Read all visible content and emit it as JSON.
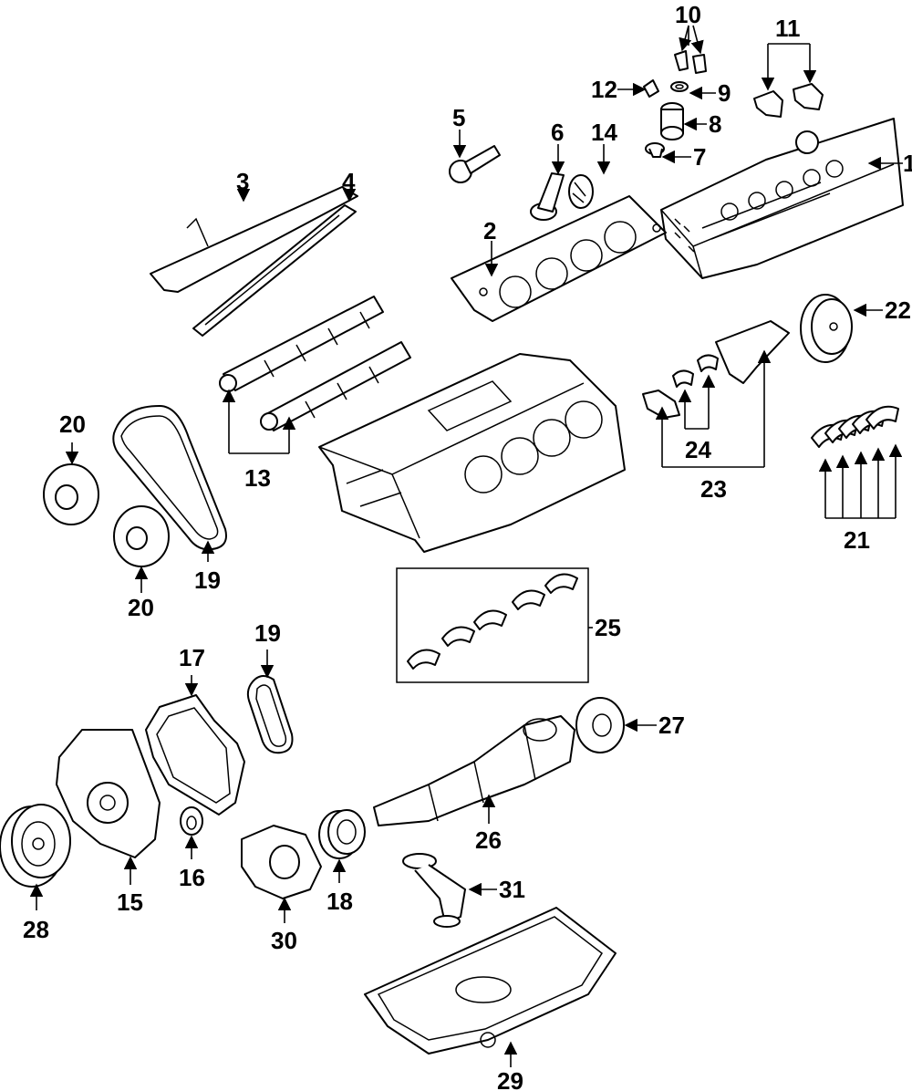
{
  "callouts": [
    {
      "id": "1",
      "label": "1"
    },
    {
      "id": "2",
      "label": "2"
    },
    {
      "id": "3",
      "label": "3"
    },
    {
      "id": "4",
      "label": "4"
    },
    {
      "id": "5",
      "label": "5"
    },
    {
      "id": "6",
      "label": "6"
    },
    {
      "id": "7",
      "label": "7"
    },
    {
      "id": "8",
      "label": "8"
    },
    {
      "id": "9",
      "label": "9"
    },
    {
      "id": "10",
      "label": "10"
    },
    {
      "id": "11",
      "label": "11"
    },
    {
      "id": "12",
      "label": "12"
    },
    {
      "id": "13",
      "label": "13"
    },
    {
      "id": "14",
      "label": "14"
    },
    {
      "id": "15",
      "label": "15"
    },
    {
      "id": "16",
      "label": "16"
    },
    {
      "id": "17",
      "label": "17"
    },
    {
      "id": "18",
      "label": "18"
    },
    {
      "id": "19a",
      "label": "19"
    },
    {
      "id": "19b",
      "label": "19"
    },
    {
      "id": "20a",
      "label": "20"
    },
    {
      "id": "20b",
      "label": "20"
    },
    {
      "id": "21",
      "label": "21"
    },
    {
      "id": "22",
      "label": "22"
    },
    {
      "id": "23",
      "label": "23"
    },
    {
      "id": "24",
      "label": "24"
    },
    {
      "id": "25",
      "label": "25"
    },
    {
      "id": "26",
      "label": "26"
    },
    {
      "id": "27",
      "label": "27"
    },
    {
      "id": "28",
      "label": "28"
    },
    {
      "id": "29",
      "label": "29"
    },
    {
      "id": "30",
      "label": "30"
    },
    {
      "id": "31",
      "label": "31"
    }
  ]
}
